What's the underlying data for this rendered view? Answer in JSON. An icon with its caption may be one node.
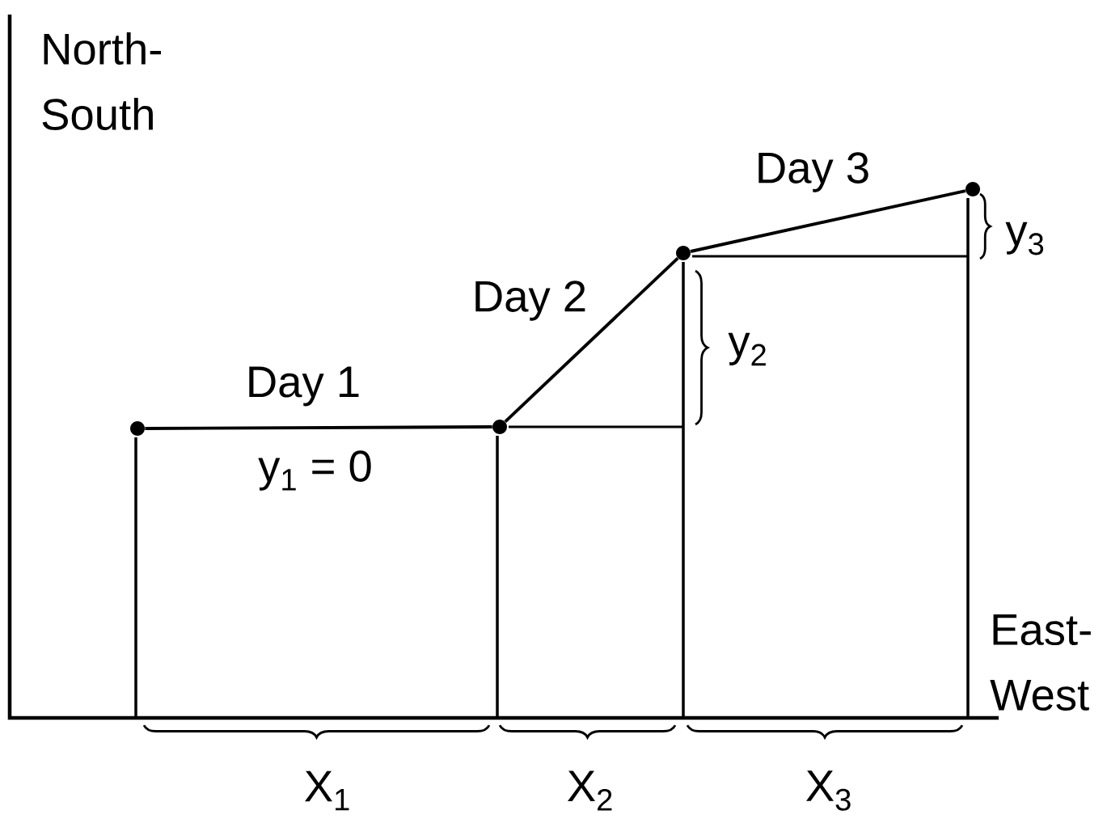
{
  "diagram": {
    "nodes": [
      {
        "text": [],
        "shape": "circle"
      },
      {
        "text": [],
        "shape": "circle"
      },
      {
        "text": [],
        "shape": "circle"
      },
      {
        "text": [],
        "shape": "circle"
      }
    ],
    "edges": [
      {
        "from": 0,
        "to": 1,
        "arrow": "none",
        "label": "Day 1"
      },
      {
        "from": 1,
        "to": 2,
        "arrow": "none",
        "label": "Day 2"
      },
      {
        "from": 2,
        "to": 3,
        "arrow": "none",
        "label": "Day 3"
      }
    ],
    "labels": [
      "North-South",
      "East-West",
      "y$_{1}$ = 0",
      "y$_{2}$",
      "y$_{3}$",
      "X$_{1}$",
      "X$_{2}$",
      "X$_{3}$"
    ]
  }
}
